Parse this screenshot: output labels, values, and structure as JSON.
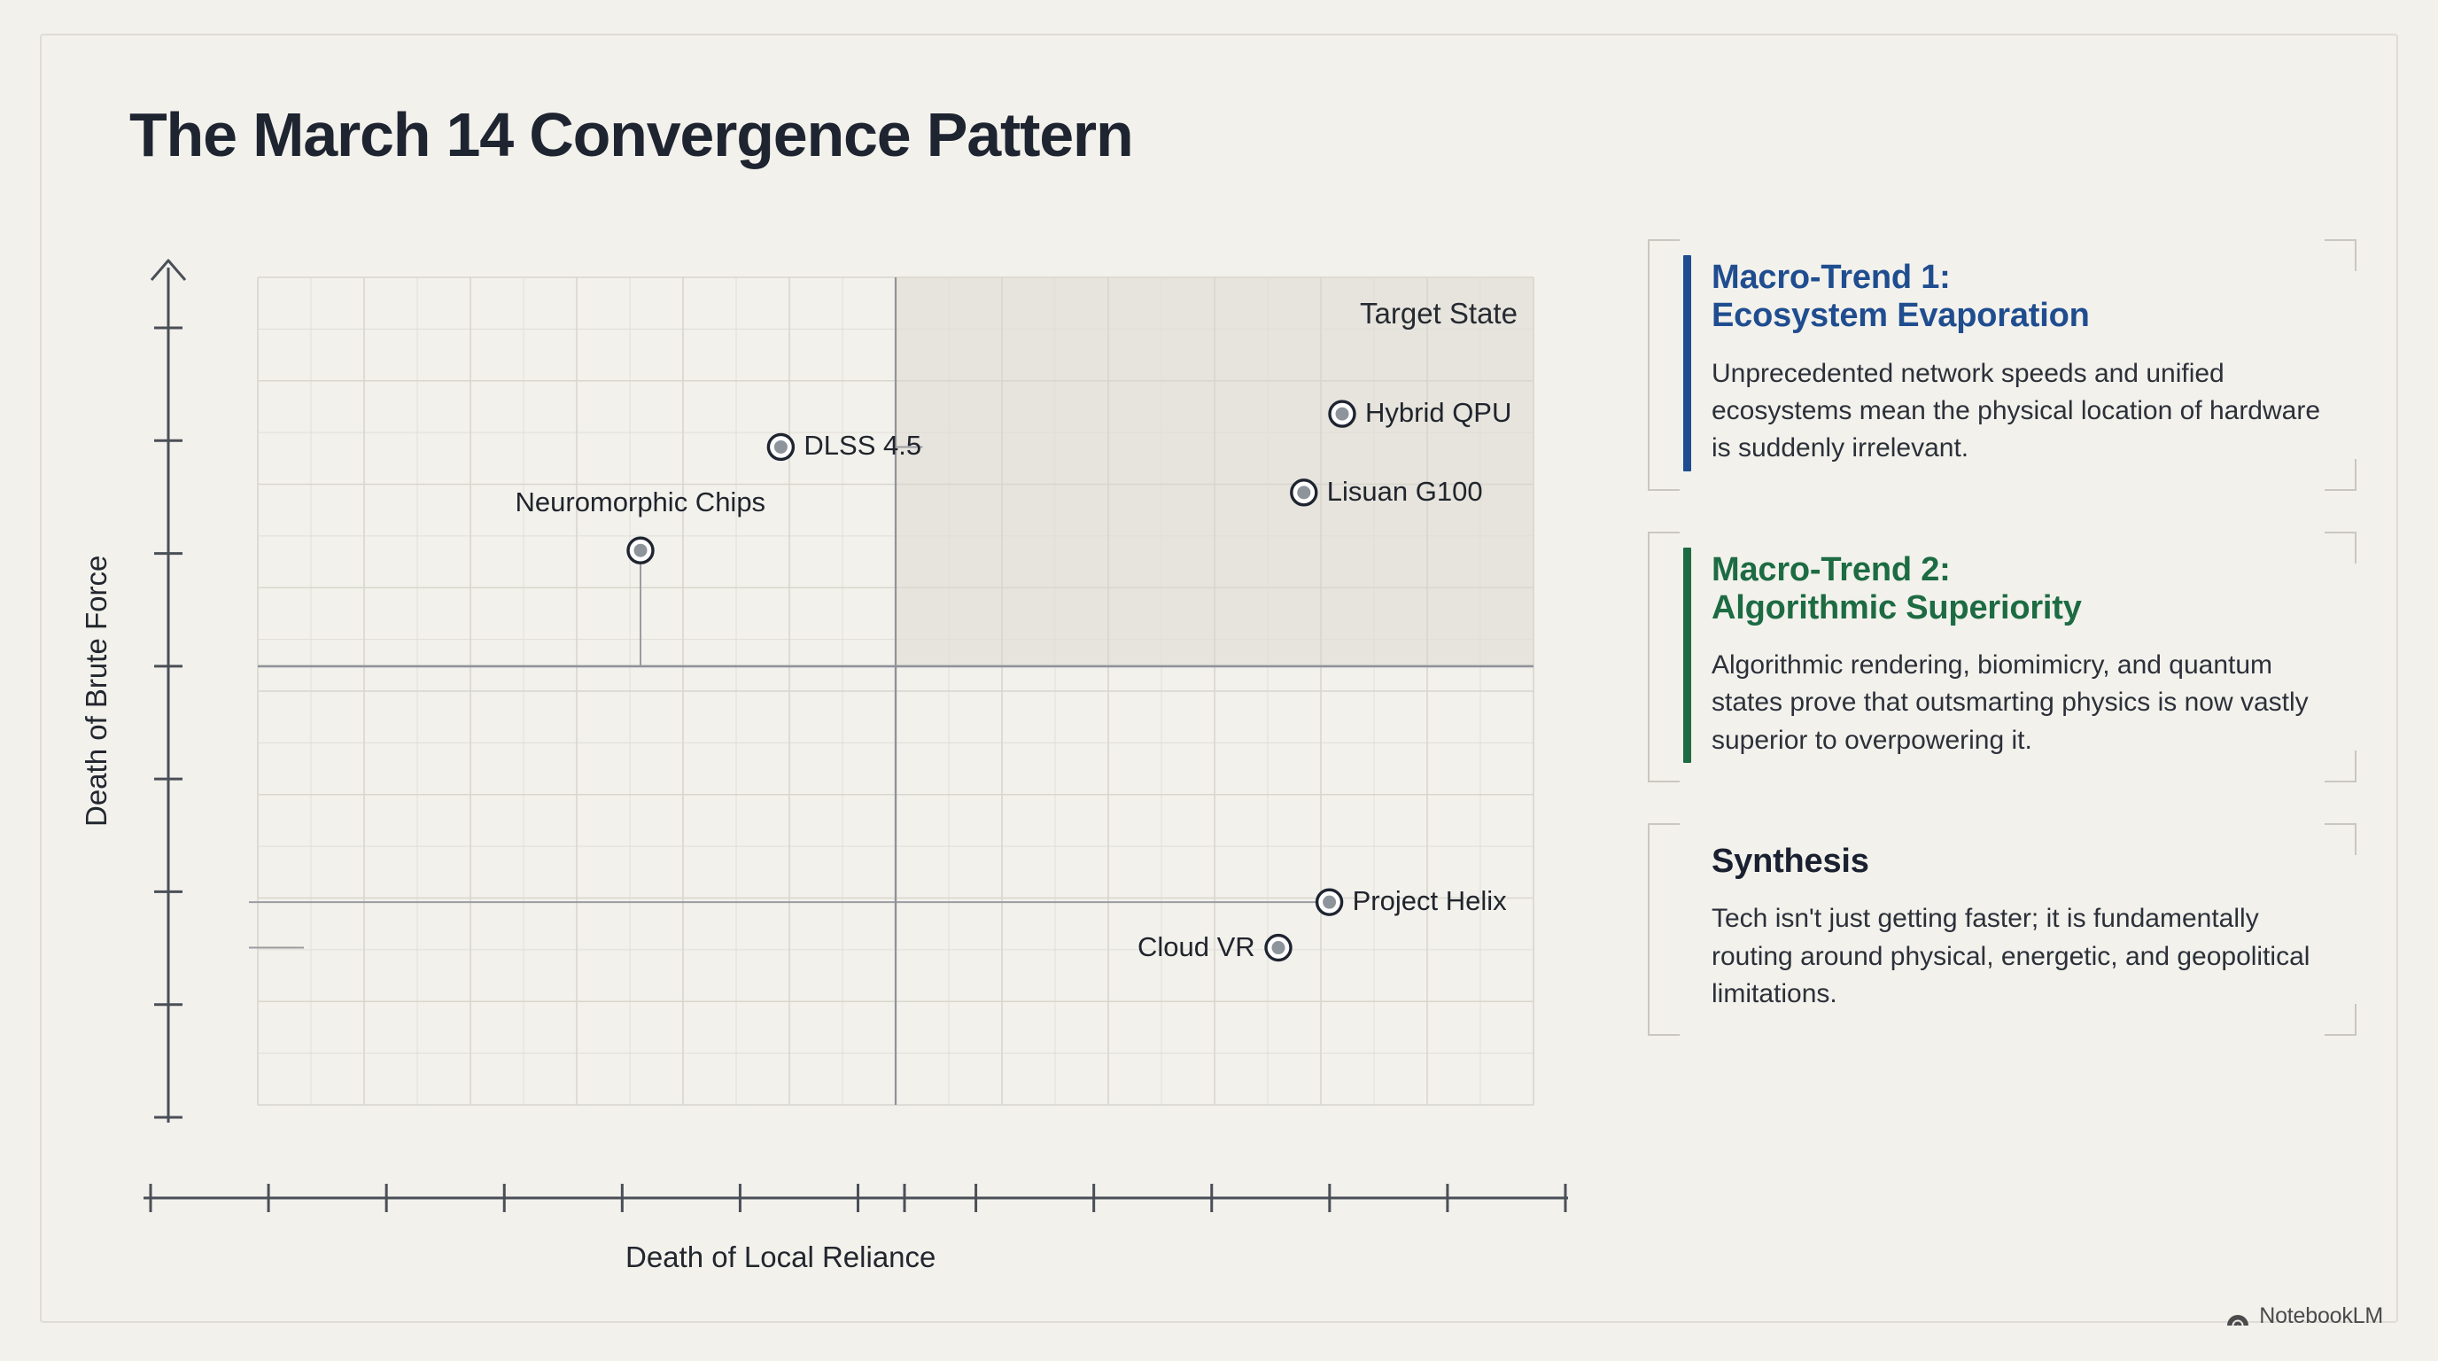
{
  "page_title": "The March 14 Convergence Pattern",
  "colors": {
    "background": "#f2f1ec",
    "title": "#1e2430",
    "trend1_accent": "#1f4d8f",
    "trend2_accent": "#1d6b43",
    "synthesis_accent": "#1e2430",
    "grid": "#d8d6cd",
    "axis": "#4a4f57",
    "quadrant_fill": "#e6e4dd",
    "marker_fill": "#8d949c",
    "marker_ring": "#1e2430"
  },
  "chart_data": {
    "type": "scatter",
    "title": "The March 14 Convergence Pattern",
    "xlabel": "Death of Local Reliance",
    "ylabel": "Death of Brute Force",
    "xlim": [
      0,
      10
    ],
    "ylim": [
      0,
      10
    ],
    "grid": true,
    "legend": "none",
    "x_ticks": 13,
    "y_ticks": 8,
    "quadrant_label": "Target State",
    "quadrant_x_start": 5.0,
    "quadrant_y_start": 5.3,
    "points": [
      {
        "label": "Hybrid QPU",
        "x": 8.5,
        "y": 8.35,
        "label_side": "right"
      },
      {
        "label": "Lisuan G100",
        "x": 8.2,
        "y": 7.4,
        "label_side": "right"
      },
      {
        "label": "DLSS 4.5",
        "x": 4.1,
        "y": 7.95,
        "label_side": "right"
      },
      {
        "label": "Neuromorphic Chips",
        "x": 3.0,
        "y": 6.7,
        "label_side": "above"
      },
      {
        "label": "Project Helix",
        "x": 8.4,
        "y": 2.45,
        "label_side": "right"
      },
      {
        "label": "Cloud VR",
        "x": 8.0,
        "y": 1.9,
        "label_side": "left"
      }
    ]
  },
  "rail": {
    "cards": [
      {
        "id": "macro-trend-1",
        "title": "Macro-Trend 1:\nEcosystem Evaporation",
        "body": "Unprecedented network speeds and unified ecosystems mean the physical location of hardware is suddenly irrelevant.",
        "accent_color": "#1f4d8f",
        "title_color": "#1f4d8f"
      },
      {
        "id": "macro-trend-2",
        "title": "Macro-Trend 2:\nAlgorithmic Superiority",
        "body": "Algorithmic rendering, biomimicry, and quantum states prove that outsmarting physics is now vastly superior to overpowering it.",
        "accent_color": "#1d6b43",
        "title_color": "#1d6b43"
      },
      {
        "id": "synthesis",
        "title": "Synthesis",
        "body": "Tech isn't just getting faster; it is fundamentally routing around physical, energetic, and geopolitical limitations.",
        "accent_color": "transparent",
        "title_color": "#1a2030"
      }
    ]
  },
  "footer": {
    "brand": "NotebookLM",
    "brand_icon": "notebooklm-spiral-icon"
  }
}
